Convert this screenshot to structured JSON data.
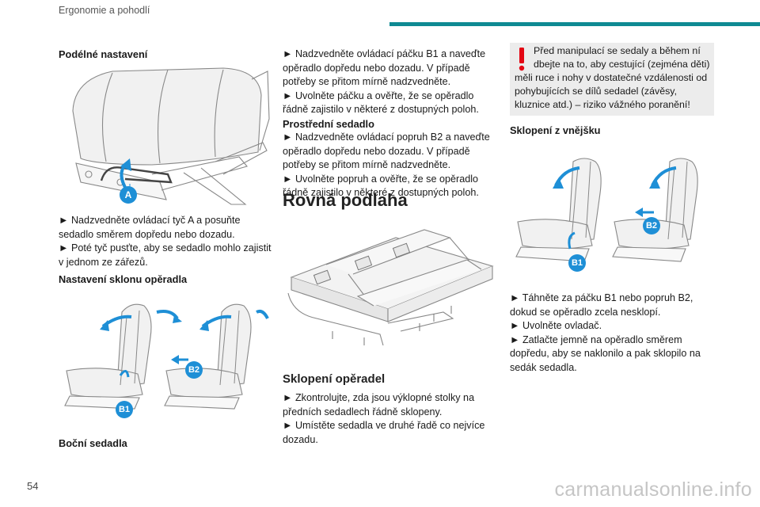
{
  "header": {
    "section_title": "Ergonomie a pohodlí"
  },
  "page_number": "54",
  "watermark": "carmanualsonline.info",
  "colors": {
    "accent": "#0f8a93",
    "warning_red": "#e30613",
    "callout_blue": "#1e8fd6"
  },
  "col1": {
    "title_longitudinal": "Podélné nastavení",
    "callout_a": "A",
    "para1": "► Nadzvedněte ovládací tyč A a posuňte sedadlo směrem dopředu nebo dozadu.",
    "para2": "► Poté tyč pusťte, aby se sedadlo mohlo zajistit v jednom ze zářezů.",
    "title_recline": "Nastavení sklonu opěradla",
    "callout_b1": "B1",
    "callout_b2": "B2",
    "title_side_seats": "Boční sedadla"
  },
  "col2": {
    "para1": "► Nadzvedněte ovládací páčku B1 a naveďte opěradlo dopředu nebo dozadu. V případě potřeby se přitom mírně nadzvedněte.",
    "para2": "► Uvolněte páčku a ověřte, že se opěradlo řádně zajistilo v některé z dostupných poloh.",
    "title_middle_seat": "Prostřední sedadlo",
    "para3": "► Nadzvedněte ovládací popruh B2 a naveďte opěradlo dopředu nebo dozadu. V případě potřeby se přitom mírně nadzvedněte.",
    "para4": "► Uvolněte popruh a ověřte, že se opěradlo řádně zajistilo v některé z dostupných poloh.",
    "title_flat_floor": "Rovná podlaha",
    "title_fold_back": "Sklopení opěradel",
    "para5": "► Zkontrolujte, zda jsou výklopné stolky na předních sedadlech řádně sklopeny.",
    "para6": "► Umístěte sedadla ve druhé řadě co nejvíce dozadu."
  },
  "col3": {
    "warning_line1": "Před manipulací se sedaly a během ní dbejte na to, aby cestující (zejména děti)",
    "warning_line2": "měli ruce i nohy v dostatečné vzdálenosti od pohybujících se dílů sedadel (závěsy, kluznice atd.) – riziko vážného poranění!",
    "title_fold_outside": "Sklopení z vnějšku",
    "callout_b1": "B1",
    "callout_b2": "B2",
    "para1": "► Táhněte za páčku B1 nebo popruh B2, dokud se opěradlo zcela nesklopí.",
    "para2": "► Uvolněte ovladač.",
    "para3": "► Zatlačte jemně na opěradlo směrem dopředu, aby se naklonilo a pak sklopilo na sedák sedadla."
  }
}
